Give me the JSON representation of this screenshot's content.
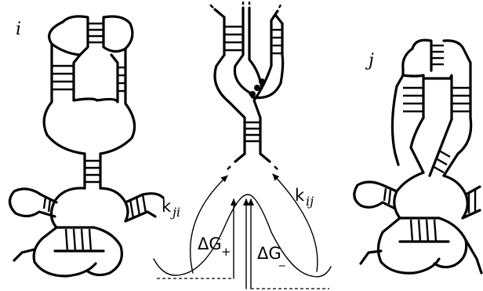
{
  "labels": {
    "left_structure": "i",
    "right_structure": "j",
    "rate_ji_main": "k",
    "rate_ji_sub": "ji",
    "rate_ij_main": "k",
    "rate_ij_sub": "ij",
    "dg_plus_main": "ΔG",
    "dg_plus_sub": "+",
    "dg_minus_main": "ΔG",
    "dg_minus_sub": "_"
  }
}
